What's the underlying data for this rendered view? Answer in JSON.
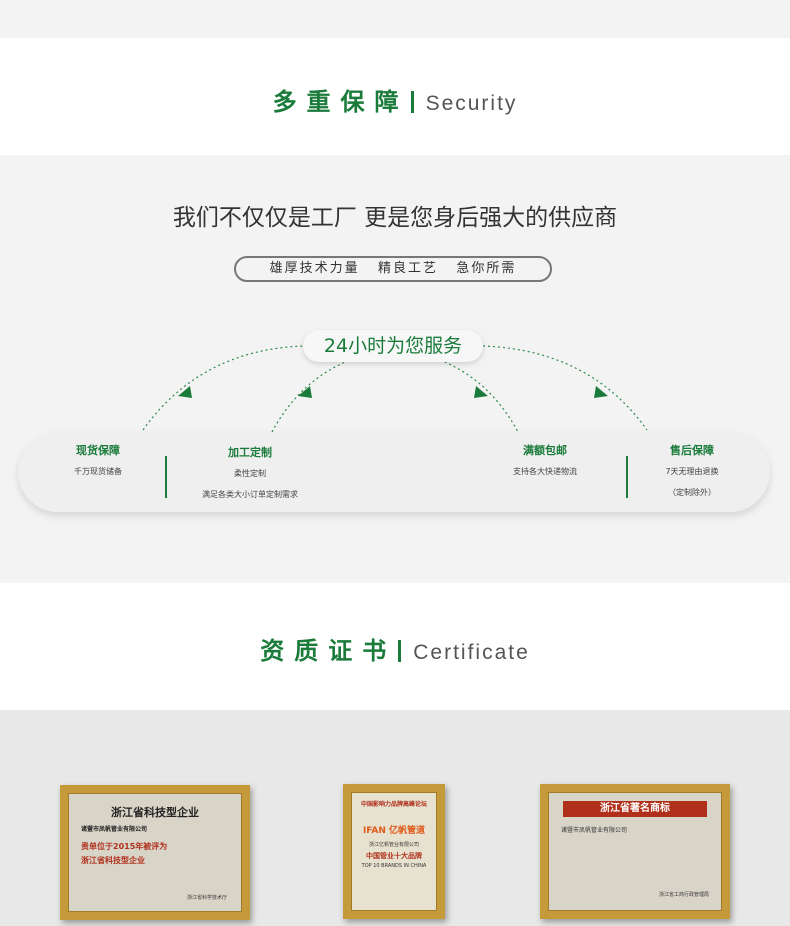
{
  "security": {
    "title_cn": "多重保障",
    "title_en": "Security"
  },
  "supplier": {
    "tagline": "我们不仅仅是工厂   更是您身后强大的供应商",
    "features": [
      "雄厚技术力量",
      "精良工艺",
      "急你所需"
    ],
    "service_bubble": "24小时为您服务",
    "items": [
      {
        "title": "现货保障",
        "lines": [
          "千万现货储备"
        ]
      },
      {
        "title": "加工定制",
        "lines": [
          "柔性定制",
          "满足各类大小订单定制需求"
        ]
      },
      {
        "title": "满额包邮",
        "lines": [
          "支持各大快递物流"
        ]
      },
      {
        "title": "售后保障",
        "lines": [
          "7天无理由退换",
          "（定制除外）"
        ]
      }
    ]
  },
  "certificate": {
    "title_cn": "资质证书",
    "title_en": "Certificate",
    "certs": [
      {
        "title": "浙江省科技型企业",
        "company": "诸暨市凤帆管业有限公司",
        "highlight_1": "贵单位于2015年被评为",
        "highlight_2": "浙江省科技型企业",
        "issuer": "浙江省科学技术厅"
      },
      {
        "title": "中国影响力品牌高峰论坛",
        "logo": "IFAN 亿帆管道",
        "sub": "浙江亿帆管业有限公司",
        "award": "中国管业十大品牌",
        "award_en": "TOP 10 BRANDS IN CHINA"
      },
      {
        "title": "浙江省著名商标",
        "company": "诸暨市凤帆管业有限公司",
        "issuer": "浙江省工商行政管理局"
      }
    ]
  },
  "colors": {
    "accent": "#1b7b3b",
    "cert_red": "#b0301c",
    "frame_gold": "#c49a3a"
  }
}
